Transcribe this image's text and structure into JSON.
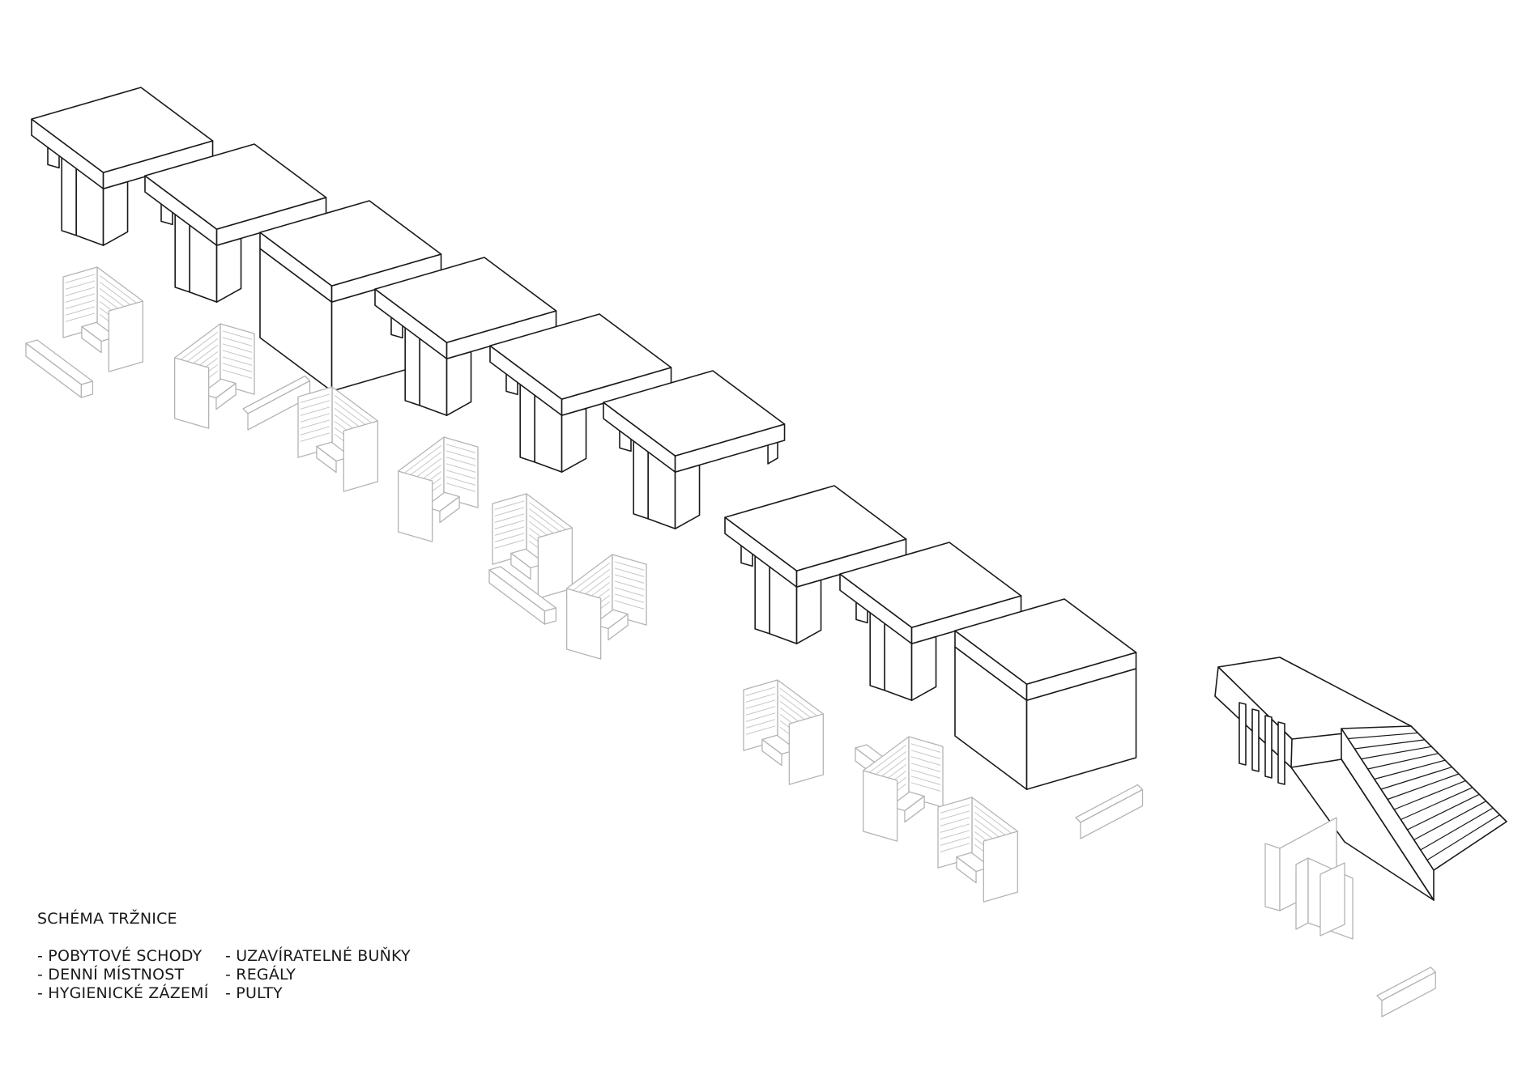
{
  "legend": {
    "title": "SCHÉMA TRŽNICE",
    "column_left": [
      "- POBYTOVÉ SCHODY",
      "- DENNÍ MÍSTNOST",
      "- HYGIENICKÉ ZÁZEMÍ"
    ],
    "column_right": [
      "- UZAVÍRATELNÉ BUŇKY",
      "- REGÁLY",
      " - PULTY"
    ]
  },
  "colors": {
    "module_outline": "#1a1a1a",
    "furniture_outline": "#b4b4b4",
    "background": "#ffffff"
  }
}
